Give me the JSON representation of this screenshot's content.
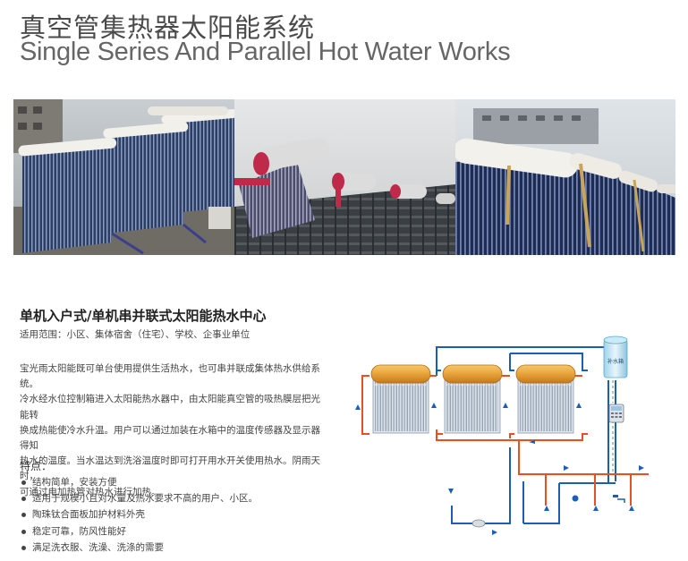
{
  "header": {
    "title_cn": "真空管集热器太阳能系统",
    "title_en": "Single Series And Parallel Hot Water Works"
  },
  "section": {
    "title": "单机入户式/单机串并联式太阳能热水中心",
    "scope": "适用范围：小区、集体宿舍（住宅）、学校、企事业单位"
  },
  "description": [
    "宝光雨太阳能既可单台使用提供生活热水，也可串并联成集体热水供给系统。",
    "冷水经水位控制箱进入太阳能热水器中，由太阳能真空管的吸热膜层把光能转",
    "换成热能使冷水升温。用户可以通过加装在水箱中的温度传感器及显示器得知",
    "热水的温度。当水温达到洗浴温度时即可打开用水开关使用热水。阴雨天时，",
    "可通过电加热管对热水进行加热。"
  ],
  "features": {
    "title": "特点：",
    "items": [
      "结构简单，安装方便",
      "适用于规模小且对水量及热水要求不高的用户、小区。",
      "陶珠钛合面板加护材料外壳",
      "稳定可靠，防风性能好",
      "满足洗衣服、洗澡、洗涤的需要"
    ]
  },
  "diagram": {
    "tank_label": "补水箱"
  },
  "colors": {
    "pipe_hot": "#e8501f",
    "pipe_cold": "#1b5fb5",
    "collector_tank": "#e8a23a"
  }
}
